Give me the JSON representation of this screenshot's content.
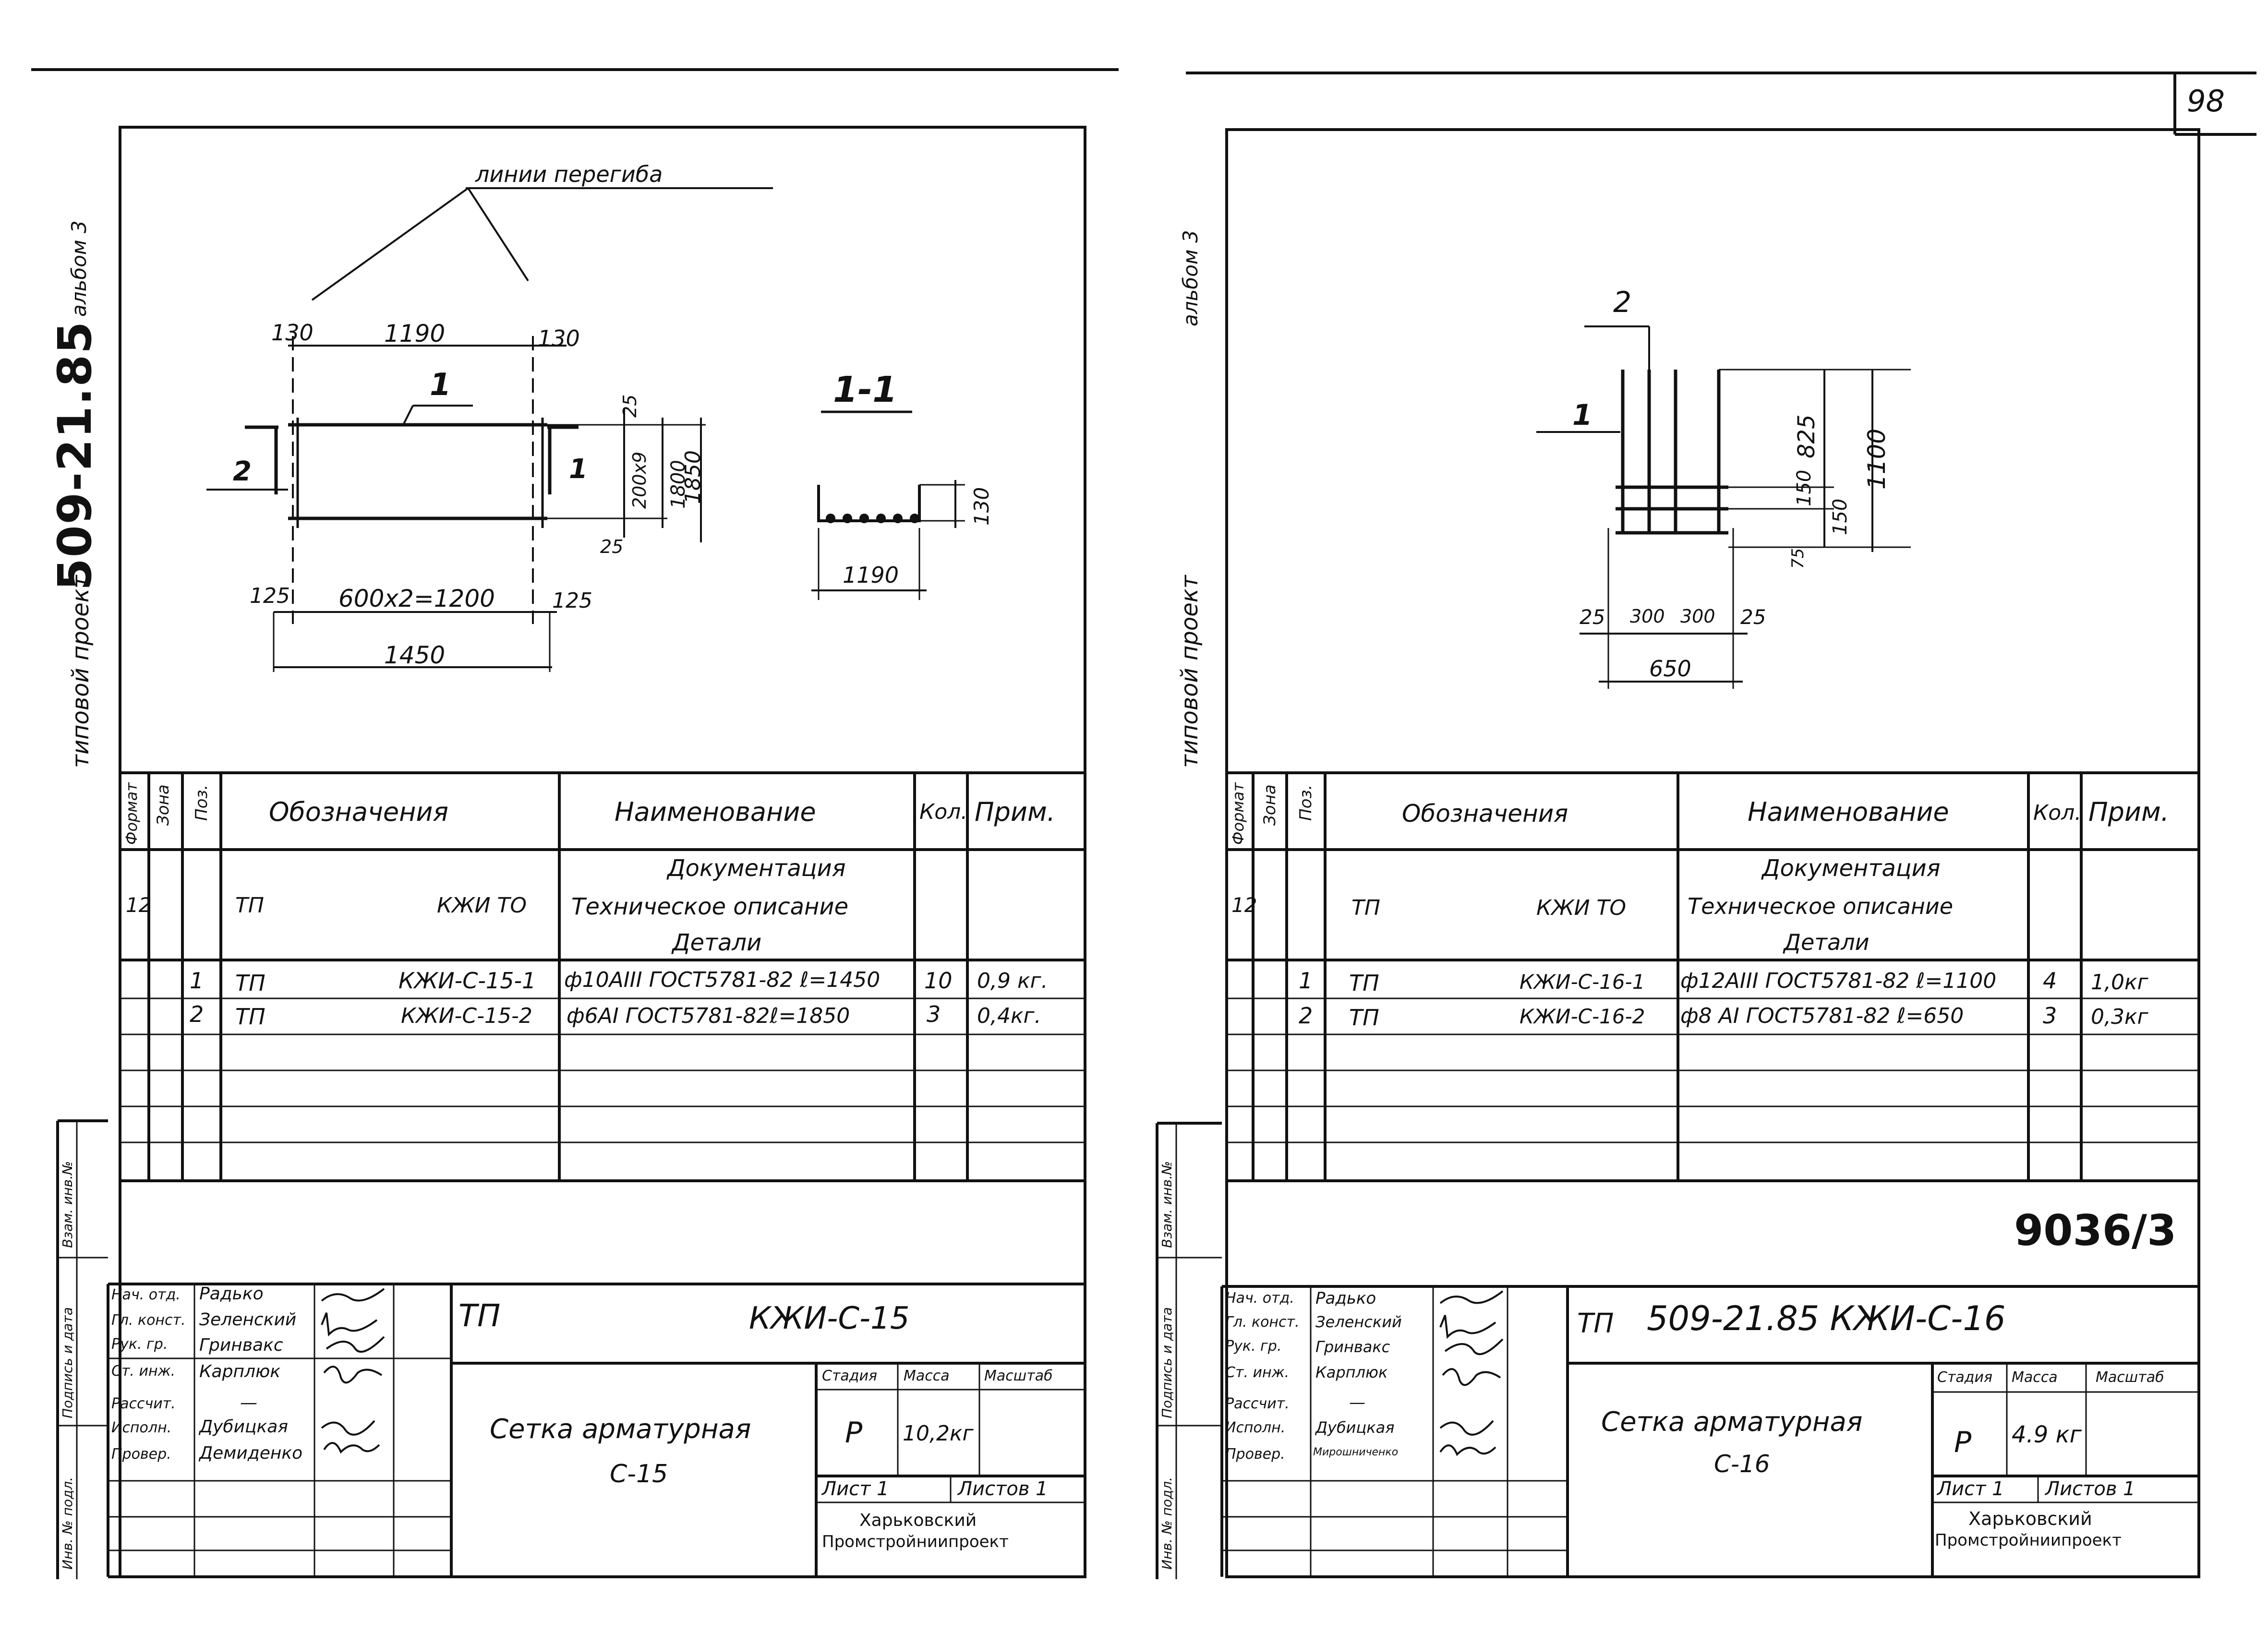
{
  "page_number": "98",
  "archive_number": "9036/3",
  "left_sheet": {
    "margin_label_project": "типовой проект",
    "margin_label_code": "509-21.85",
    "margin_label_album": "альбом 3",
    "drawing": {
      "callout_label": "линии перегиба",
      "dim_top": [
        "130",
        "1190",
        "130"
      ],
      "dim_bottom": [
        "125",
        "600х2=1200",
        "125"
      ],
      "dim_total": "1450",
      "dim_right": [
        "25",
        "200х9",
        "1800",
        "1850",
        "25"
      ],
      "position_marks": [
        "1",
        "2",
        "1"
      ],
      "section_label": "1-1",
      "section_dim_width": "1190",
      "section_dim_height": "130"
    },
    "spec_table": {
      "headers": {
        "format": "Формат",
        "zone": "Зона",
        "pos": "Поз.",
        "designation": "Обозначения",
        "name": "Наименование",
        "qty": "Кол.",
        "note": "Прим."
      },
      "doc_row": {
        "format": "12",
        "designation_left": "ТП",
        "designation_right": "КЖИ ТО",
        "name_lines": [
          "Документация",
          "Техническое описание",
          "Детали"
        ]
      },
      "rows": [
        {
          "pos": "1",
          "des_left": "ТП",
          "des_right": "КЖИ-С-15-1",
          "name": "ф10АIII ГОСТ5781-82 ℓ=1450",
          "qty": "10",
          "note": "0,9 кг."
        },
        {
          "pos": "2",
          "des_left": "ТП",
          "des_right": "КЖИ-С-15-2",
          "name": "ф6АI ГОСТ5781-82ℓ=1850",
          "qty": "3",
          "note": "0,4кг."
        }
      ]
    },
    "side_stamp": [
      "Инв. № подл.",
      "Подпись и дата",
      "Взам. инв.№"
    ],
    "title_block": {
      "roles": [
        "Нач. отд.",
        "Гл. конст.",
        "Рук. гр.",
        "Ст. инж.",
        "Рассчит.",
        "Исполн.",
        "Провер."
      ],
      "names": [
        "Радько",
        "Зеленский",
        "Гринвакс",
        "Карплюк",
        "—",
        "Дубицкая",
        "Демиденко"
      ],
      "doc_prefix": "ТП",
      "doc_code": "КЖИ-С-15",
      "title_lines": [
        "Сетка арматурная",
        "С-15"
      ],
      "stage_label": "Стадия",
      "mass_label": "Масса",
      "scale_label": "Масштаб",
      "stage": "Р",
      "mass": "10,2кг",
      "sheet_label": "Лист 1",
      "sheets_label": "Листов 1",
      "org_lines": [
        "Харьковский",
        "Промстройниипроект"
      ]
    }
  },
  "right_sheet": {
    "margin_label_project": "типовой проект",
    "margin_label_album": "альбом 3",
    "drawing": {
      "position_marks": [
        "2",
        "1"
      ],
      "dim_right": [
        "825",
        "150",
        "150",
        "75",
        "1100"
      ],
      "dim_bottom": [
        "25",
        "300",
        "300",
        "25"
      ],
      "dim_total": "650"
    },
    "spec_table": {
      "headers": {
        "format": "Формат",
        "zone": "Зона",
        "pos": "Поз.",
        "designation": "Обозначения",
        "name": "Наименование",
        "qty": "Кол.",
        "note": "Прим."
      },
      "doc_row": {
        "format": "12",
        "designation_left": "ТП",
        "designation_right": "КЖИ ТО",
        "name_lines": [
          "Документация",
          "Техническое описание",
          "Детали"
        ]
      },
      "rows": [
        {
          "pos": "1",
          "des_left": "ТП",
          "des_right": "КЖИ-С-16-1",
          "name": "ф12АIII ГОСТ5781-82 ℓ=1100",
          "qty": "4",
          "note": "1,0кг"
        },
        {
          "pos": "2",
          "des_left": "ТП",
          "des_right": "КЖИ-С-16-2",
          "name": "ф8 АI ГОСТ5781-82 ℓ=650",
          "qty": "3",
          "note": "0,3кг"
        }
      ]
    },
    "side_stamp": [
      "Инв. № подл.",
      "Подпись и дата",
      "Взам. инв.№"
    ],
    "title_block": {
      "roles": [
        "Нач. отд.",
        "Гл. конст.",
        "Рук. гр.",
        "Ст. инж.",
        "Рассчит.",
        "Исполн.",
        "Провер."
      ],
      "names": [
        "Радько",
        "Зеленский",
        "Гринвакс",
        "Карплюк",
        "—",
        "Дубицкая",
        "Мирошниченко"
      ],
      "doc_prefix": "ТП",
      "doc_code": "509-21.85 КЖИ-С-16",
      "title_lines": [
        "Сетка арматурная",
        "С-16"
      ],
      "stage_label": "Стадия",
      "mass_label": "Масса",
      "scale_label": "Масштаб",
      "stage": "Р",
      "mass": "4.9 кг",
      "sheet_label": "Лист 1",
      "sheets_label": "Листов 1",
      "org_lines": [
        "Харьковский",
        "Промстройниипроект"
      ]
    }
  }
}
